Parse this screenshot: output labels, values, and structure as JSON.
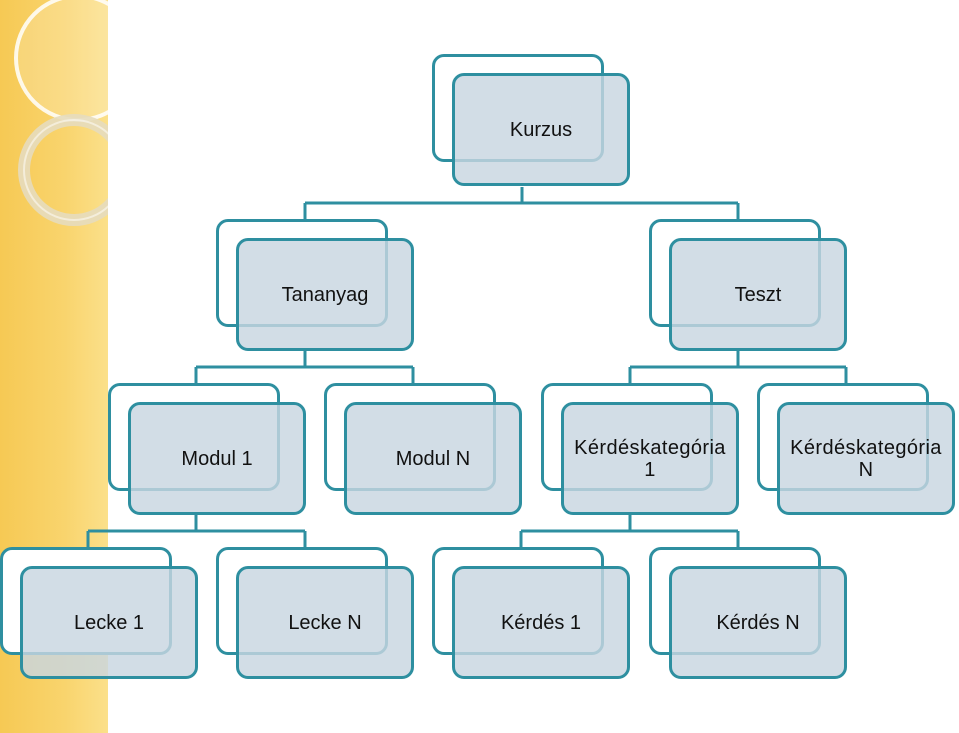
{
  "diagram": {
    "type": "hierarchy",
    "nodes": [
      {
        "id": "kurzus",
        "label": "Kurzus"
      },
      {
        "id": "tananyag",
        "label": "Tananyag",
        "parent": "kurzus"
      },
      {
        "id": "teszt",
        "label": "Teszt",
        "parent": "kurzus"
      },
      {
        "id": "modul1",
        "label": "Modul 1",
        "parent": "tananyag"
      },
      {
        "id": "modulN",
        "label": "Modul N",
        "parent": "tananyag"
      },
      {
        "id": "kat1",
        "label": "Kérdéskategória\n1",
        "parent": "teszt"
      },
      {
        "id": "katN",
        "label": "Kérdéskategória\nN",
        "parent": "teszt"
      },
      {
        "id": "lecke1",
        "label": "Lecke 1",
        "parent": "modul1"
      },
      {
        "id": "leckeN",
        "label": "Lecke N",
        "parent": "modul1"
      },
      {
        "id": "kerdes1",
        "label": "Kérdés 1",
        "parent": "kat1"
      },
      {
        "id": "kerdesN",
        "label": "Kérdés N",
        "parent": "kat1"
      }
    ]
  },
  "colors": {
    "border": "#2e8fa0",
    "box_fill": "#c8d6e0",
    "side_band": "#f9d46d"
  }
}
